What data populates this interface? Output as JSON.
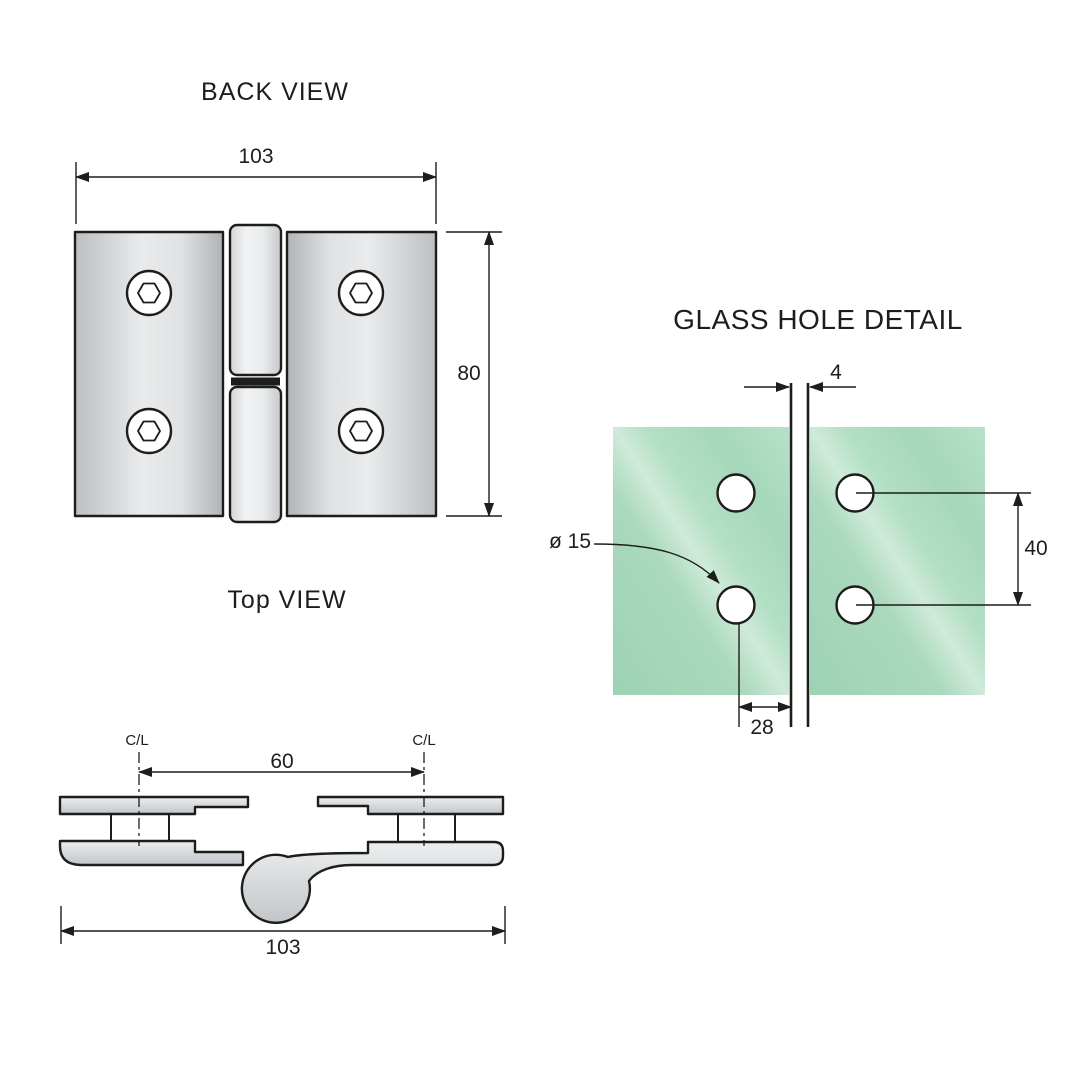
{
  "back_view": {
    "title": "BACK VIEW",
    "dims": {
      "width": "103",
      "height": "80"
    }
  },
  "glass_hole_detail": {
    "title": "GLASS HOLE DETAIL",
    "dims": {
      "glass_gap": "4",
      "hole_diameter": "ø 15",
      "hole_spacing_vertical": "40",
      "hole_center_to_edge": "28"
    }
  },
  "top_view": {
    "title": "Top VIEW",
    "labels": {
      "centerline_left": "C/L",
      "centerline_right": "C/L"
    },
    "dims": {
      "centerline_spacing": "60",
      "overall_width": "103"
    }
  },
  "colors": {
    "line": "#1d1d1b",
    "glass_green": "#a5d9bc",
    "metal_light": "#e9ebec",
    "metal_dark": "#b0b4b7",
    "background": "#ffffff"
  }
}
